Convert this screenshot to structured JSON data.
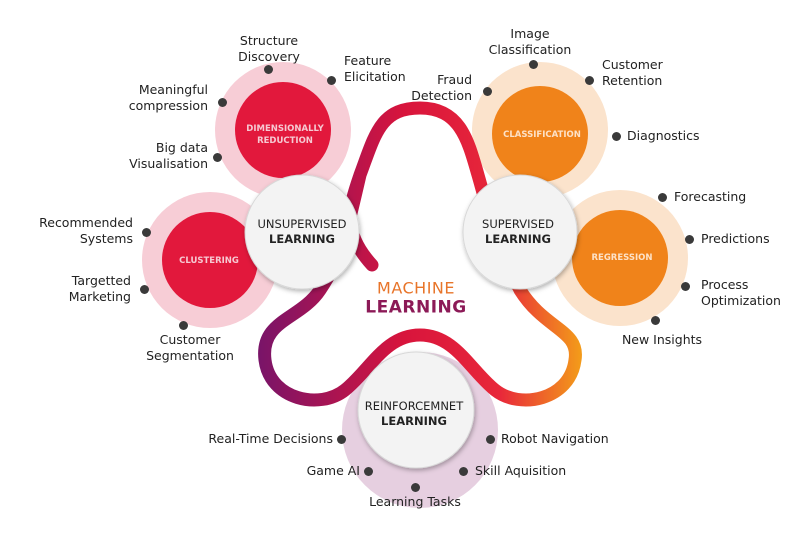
{
  "title": {
    "line1": "MACHINE",
    "line2": "LEARNING"
  },
  "colors": {
    "red": "#e2183c",
    "red_halo": "#f7cdd6",
    "orange": "#f0831a",
    "orange_halo": "#fbe3cc",
    "purple_halo": "#e6cfe0",
    "hub": "#f3f3f3",
    "dot": "#3a3a3a",
    "title_orange": "#e8752a",
    "title_purple": "#8c1a57",
    "ribbon_start": "#7a1468",
    "ribbon_mid": "#d8143c",
    "ribbon_end": "#f39a1a"
  },
  "hubs": {
    "unsupervised": {
      "line1": "UNSUPERVISED",
      "line2": "LEARNING"
    },
    "supervised": {
      "line1": "SUPERVISED",
      "line2": "LEARNING"
    },
    "reinforcement": {
      "line1": "REINFORCEMNET",
      "line2": "LEARNING"
    }
  },
  "categories": {
    "dimensionality_reduction": {
      "line1": "DIMENSIONALLY",
      "line2": "REDUCTION",
      "items": [
        {
          "line1": "Structure",
          "line2": "Discovery"
        },
        {
          "line1": "Feature",
          "line2": "Elicitation"
        },
        {
          "line1": "Meaningful",
          "line2": "compression"
        },
        {
          "line1": "Big data",
          "line2": "Visualisation"
        }
      ]
    },
    "clustering": {
      "line1": "CLUSTERING",
      "items": [
        {
          "line1": "Recommended",
          "line2": "Systems"
        },
        {
          "line1": "Targetted",
          "line2": "Marketing"
        },
        {
          "line1": "Customer",
          "line2": "Segmentation"
        }
      ]
    },
    "classification": {
      "line1": "CLASSIFICATION",
      "items": [
        {
          "line1": "Image",
          "line2": "Classification"
        },
        {
          "line1": "Customer",
          "line2": "Retention"
        },
        {
          "line1": "Fraud",
          "line2": "Detection"
        },
        {
          "line1": "Diagnostics"
        }
      ]
    },
    "regression": {
      "line1": "REGRESSION",
      "items": [
        {
          "line1": "Forecasting"
        },
        {
          "line1": "Predictions"
        },
        {
          "line1": "Process",
          "line2": "Optimization"
        },
        {
          "line1": "New Insights"
        }
      ]
    },
    "reinforcement": {
      "items": [
        {
          "line1": "Real-Time Decisions"
        },
        {
          "line1": "Robot Navigation"
        },
        {
          "line1": "Game AI"
        },
        {
          "line1": "Skill Aquisition"
        },
        {
          "line1": "Learning Tasks"
        }
      ]
    }
  }
}
